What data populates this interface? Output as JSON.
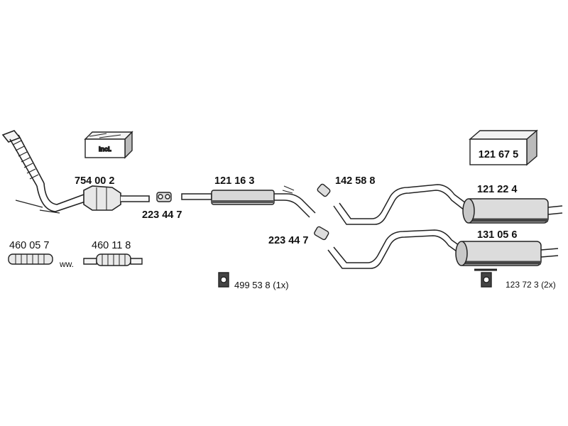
{
  "parts": {
    "front_pipe": "754 00 2",
    "clamp_front": "223 44 7",
    "middle_silencer": "121 16 3",
    "clamp_mid": "223 44 7",
    "clamp_rear": "142 58 8",
    "rear_silencer_a": "121 22 4",
    "rear_silencer_b": "131 05 6",
    "mounting_kit": "121 67 5",
    "flex_pipe_a": "460 05 7",
    "flex_pipe_b": "460 11 8",
    "alt_sep": "ww.",
    "rubber_mount_a": "499 53 8",
    "rubber_mount_a_qty": "(1x)",
    "rubber_mount_b": "123 72 3",
    "rubber_mount_b_qty": "(2x)",
    "incl_label": "incl."
  }
}
